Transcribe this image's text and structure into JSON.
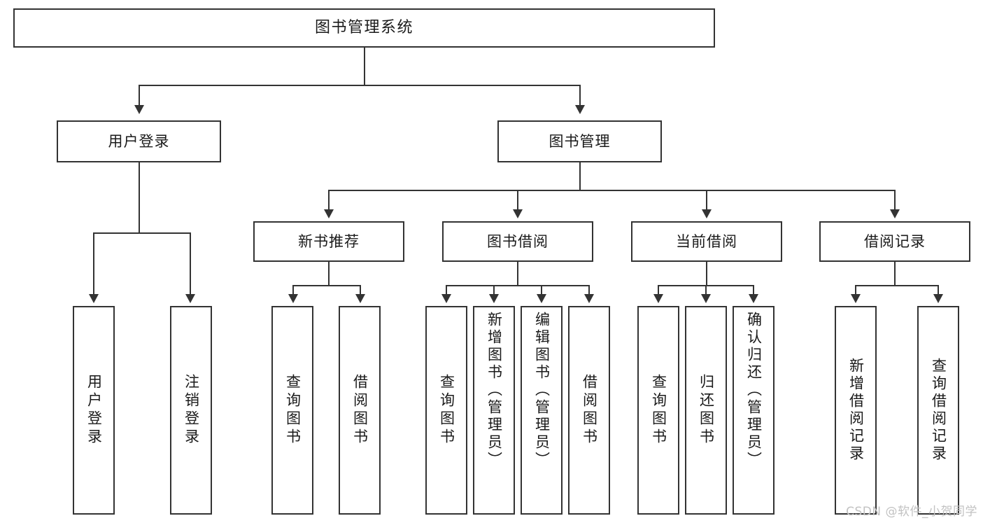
{
  "diagram": {
    "type": "tree",
    "title": "图书管理系统",
    "watermark": "CSDN @软件_小贺同学",
    "colors": {
      "border": "#333333",
      "background": "#ffffff",
      "text": "#1a1a1a",
      "watermark": "#c2c2c2"
    },
    "nodes": {
      "root": "图书管理系统",
      "user_login": "用户登录",
      "book_manage": "图书管理",
      "new_book_rec": "新书推荐",
      "book_borrow": "图书借阅",
      "current_borrow": "当前借阅",
      "borrow_record": "借阅记录",
      "leaf_user_login": "用户登录",
      "leaf_logout": "注销登录",
      "leaf_rec_query": "查询图书",
      "leaf_rec_borrow": "借阅图书",
      "leaf_bb_query": "查询图书",
      "leaf_bb_add": "新增图书（管理员）",
      "leaf_bb_edit": "编辑图书（管理员）",
      "leaf_bb_borrow": "借阅图书",
      "leaf_cb_query": "查询图书",
      "leaf_cb_return": "归还图书",
      "leaf_cb_confirm": "确认归还（管理员）",
      "leaf_br_add": "新增借阅记录",
      "leaf_br_query": "查询借阅记录"
    }
  }
}
